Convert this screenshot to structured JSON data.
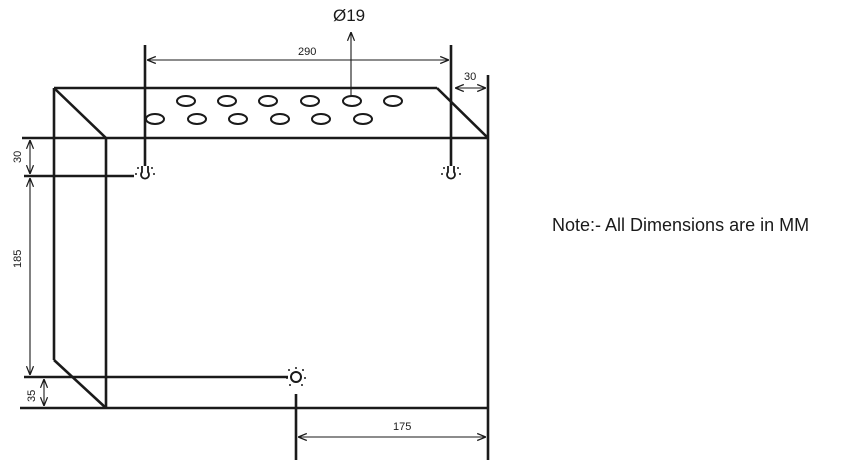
{
  "hole_callout": "Ø19",
  "dimensions": {
    "top_width": "290",
    "top_right_offset": "30",
    "left_top_offset": "30",
    "left_height": "185",
    "left_bottom_offset": "35",
    "bottom_width": "175"
  },
  "note": "Note:- All Dimensions are in MM"
}
